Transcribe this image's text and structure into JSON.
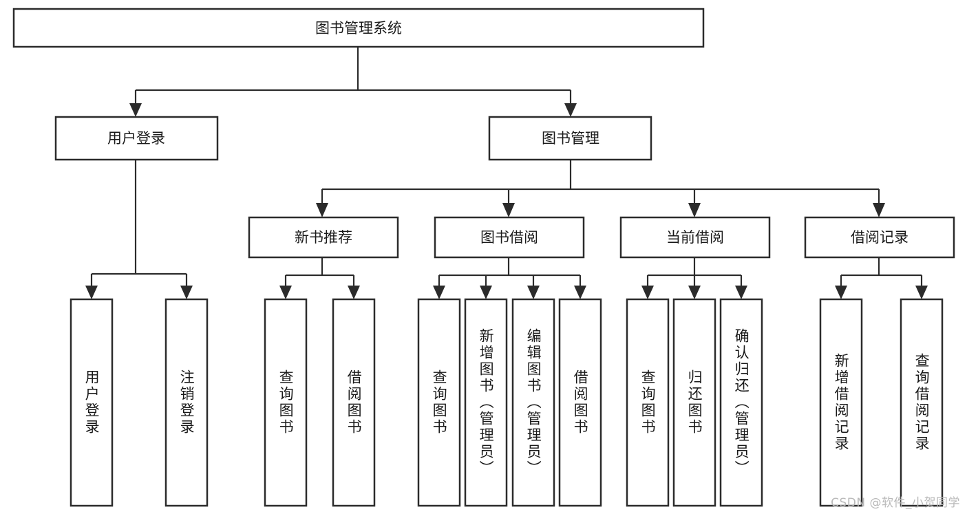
{
  "diagram": {
    "title": "图书管理系统",
    "type": "tree",
    "watermark": "CSDN @软件_小贺同学",
    "colors": {
      "box_stroke": "#2b2b2b",
      "box_fill": "#ffffff",
      "connector": "#2b2b2b",
      "text": "#1a1a1a",
      "watermark": "#b9b9b9",
      "background": "#ffffff"
    },
    "nodes": {
      "root": {
        "label": "图书管理系统"
      },
      "level1": [
        {
          "label": "用户登录"
        },
        {
          "label": "图书管理"
        }
      ],
      "level2": [
        {
          "label": "新书推荐"
        },
        {
          "label": "图书借阅"
        },
        {
          "label": "当前借阅"
        },
        {
          "label": "借阅记录"
        }
      ],
      "leaves": {
        "user_login": [
          {
            "label": "用户登录"
          },
          {
            "label": "注销登录"
          }
        ],
        "new_book_recommend": [
          {
            "label": "查询图书"
          },
          {
            "label": "借阅图书"
          }
        ],
        "book_borrow": [
          {
            "label": "查询图书"
          },
          {
            "label": "新增图书（管理员）"
          },
          {
            "label": "编辑图书（管理员）"
          },
          {
            "label": "借阅图书"
          }
        ],
        "current_borrow": [
          {
            "label": "查询图书"
          },
          {
            "label": "归还图书"
          },
          {
            "label": "确认归还（管理员）"
          }
        ],
        "borrow_record": [
          {
            "label": "新增借阅记录"
          },
          {
            "label": "查询借阅记录"
          }
        ]
      }
    }
  }
}
